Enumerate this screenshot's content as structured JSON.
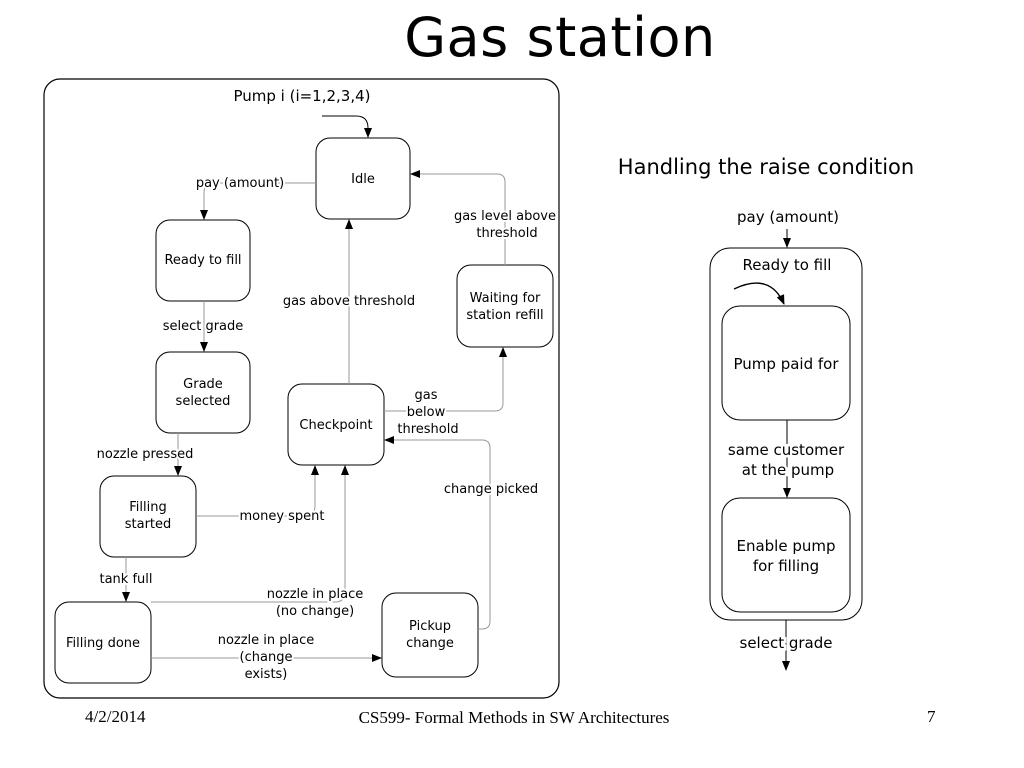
{
  "title": "Gas station",
  "footer": {
    "date": "4/2/2014",
    "course": "CS599- Formal Methods in SW Architectures",
    "page": "7"
  },
  "left_diagram": {
    "title": "Pump i (i=1,2,3,4)",
    "states": {
      "idle": "Idle",
      "ready_to_fill": "Ready to fill",
      "grade_selected": [
        "Grade",
        "selected"
      ],
      "filling_started": [
        "Filling",
        "started"
      ],
      "filling_done": "Filling done",
      "checkpoint": "Checkpoint",
      "waiting_refill": [
        "Waiting for",
        "station refill"
      ],
      "pickup_change": [
        "Pickup",
        "change"
      ]
    },
    "transitions": {
      "pay_amount": "pay (amount)",
      "select_grade": "select grade",
      "nozzle_pressed": "nozzle pressed",
      "tank_full": "tank full",
      "money_spent": "money spent",
      "nozzle_in_place_no_change": [
        "nozzle in place",
        "(no change)"
      ],
      "nozzle_in_place_change": [
        "nozzle in place",
        "(change",
        "exists)"
      ],
      "change_picked": "change picked",
      "gas_above_threshold": "gas above threshold",
      "gas_below_threshold": [
        "gas",
        "below",
        "threshold"
      ],
      "gas_level_above_threshold": [
        "gas level above",
        "threshold"
      ]
    }
  },
  "right_diagram": {
    "title": "Handling the raise condition",
    "pay_amount": "pay (amount)",
    "ready_to_fill": "Ready to fill",
    "pump_paid_for": "Pump paid for",
    "same_customer": [
      "same customer",
      "at the pump"
    ],
    "enable_pump": [
      "Enable pump",
      "for filling"
    ],
    "select_grade": "select grade"
  }
}
